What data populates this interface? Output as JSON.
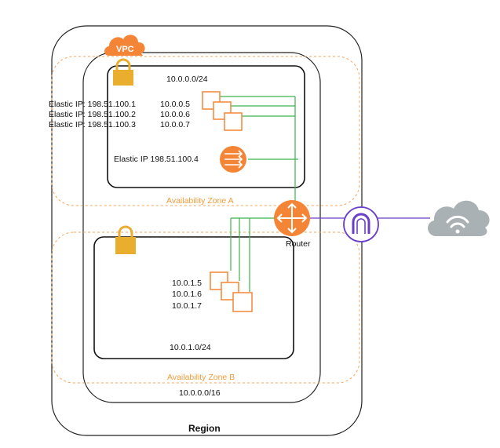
{
  "diagram": {
    "region_label": "Region",
    "vpc_label": "VPC",
    "vpc_cidr": "10.0.0.0/16",
    "zone_a": {
      "label": "Availability Zone A",
      "subnet_cidr": "10.0.0.0/24",
      "elastic_ips": [
        "Elastic IP: 198.51.100.1",
        "Elastic IP: 198.51.100.2",
        "Elastic IP: 198.51.100.3"
      ],
      "private_ips": [
        "10.0.0.5",
        "10.0.0.6",
        "10.0.0.7"
      ],
      "nat_elastic_ip": "Elastic IP 198.51.100.4"
    },
    "zone_b": {
      "label": "Availability Zone B",
      "subnet_cidr": "10.0.1.0/24",
      "private_ips": [
        "10.0.1.5",
        "10.0.1.6",
        "10.0.1.7"
      ]
    },
    "router_label": "Router"
  },
  "colors": {
    "accent_orange": "#f58536",
    "zone_dash": "#f5a55a",
    "link_green": "#3cb44b",
    "gateway_purple": "#6a3fc8",
    "cloud_gray": "#aab1b5"
  }
}
